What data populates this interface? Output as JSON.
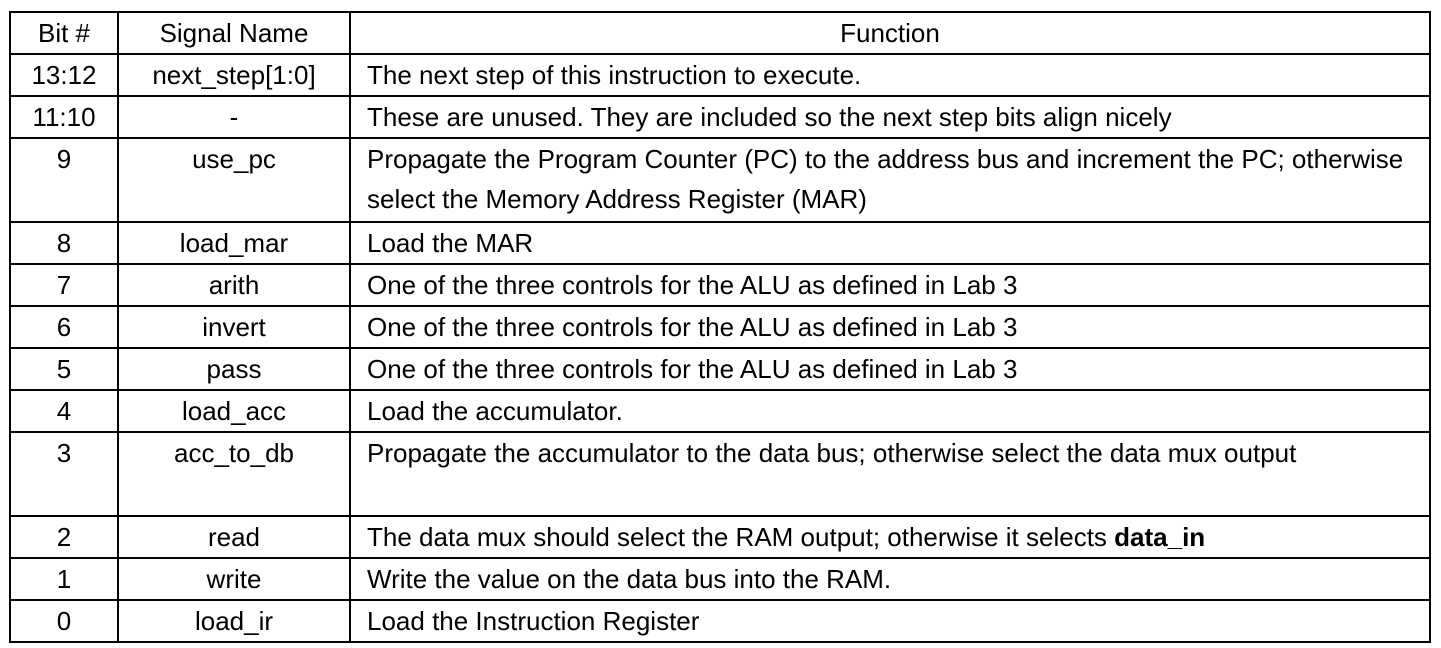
{
  "table": {
    "headers": {
      "bit": "Bit #",
      "signal": "Signal Name",
      "function": "Function"
    },
    "rows": [
      {
        "bit": "13:12",
        "signal": "next_step[1:0]",
        "function": "The next step of this instruction to execute.",
        "function_bold": ""
      },
      {
        "bit": "11:10",
        "signal": "-",
        "function": "These are unused. They are included so the next step bits align nicely",
        "function_bold": ""
      },
      {
        "bit": "9",
        "signal": "use_pc",
        "function": "Propagate the Program Counter (PC) to the address bus and increment the PC; otherwise select the Memory Address Register (MAR)",
        "function_bold": ""
      },
      {
        "bit": "8",
        "signal": "load_mar",
        "function": "Load the MAR",
        "function_bold": ""
      },
      {
        "bit": "7",
        "signal": "arith",
        "function": "One of the three controls for the ALU as defined in Lab 3",
        "function_bold": ""
      },
      {
        "bit": "6",
        "signal": "invert",
        "function": "One of the three controls for the ALU as defined in Lab 3",
        "function_bold": ""
      },
      {
        "bit": "5",
        "signal": "pass",
        "function": "One of the three controls for the ALU as defined in Lab 3",
        "function_bold": ""
      },
      {
        "bit": "4",
        "signal": "load_acc",
        "function": "Load the accumulator.",
        "function_bold": ""
      },
      {
        "bit": "3",
        "signal": "acc_to_db",
        "function": "Propagate the accumulator to the data bus; otherwise select the data mux output",
        "function_bold": ""
      },
      {
        "bit": "2",
        "signal": "read",
        "function": "The data mux should select the RAM output; otherwise it selects ",
        "function_bold": "data_in"
      },
      {
        "bit": "1",
        "signal": "write",
        "function": "Write the value on the data bus into the RAM.",
        "function_bold": ""
      },
      {
        "bit": "0",
        "signal": "load_ir",
        "function": "Load the Instruction Register",
        "function_bold": ""
      }
    ]
  }
}
